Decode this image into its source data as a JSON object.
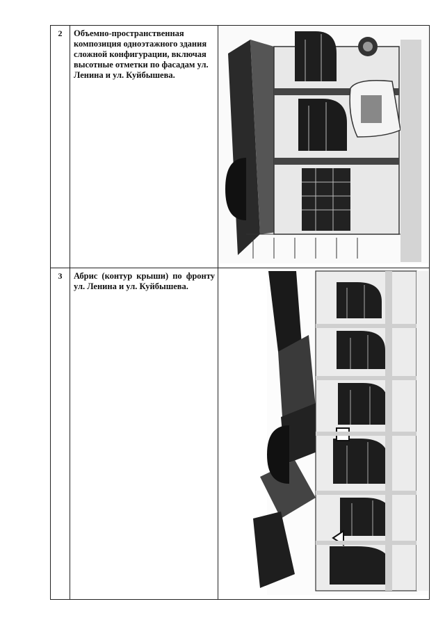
{
  "rows": [
    {
      "number": "2",
      "description": "Объемно-пространственная композиция одноэтажного здания сложной конфигурации, включая высотные отметки по фасадам ул. Ленина и ул. Куйбышева.",
      "photo_alt": "building-facade-photo"
    },
    {
      "number": "3",
      "description": "Абрис (контур крыши) по фронту ул. Ленина и ул. Куйбышева.",
      "photo_alt": "roof-outline-photo"
    }
  ],
  "colors": {
    "border": "#222222",
    "ink": "#111111",
    "paper": "#ffffff"
  }
}
